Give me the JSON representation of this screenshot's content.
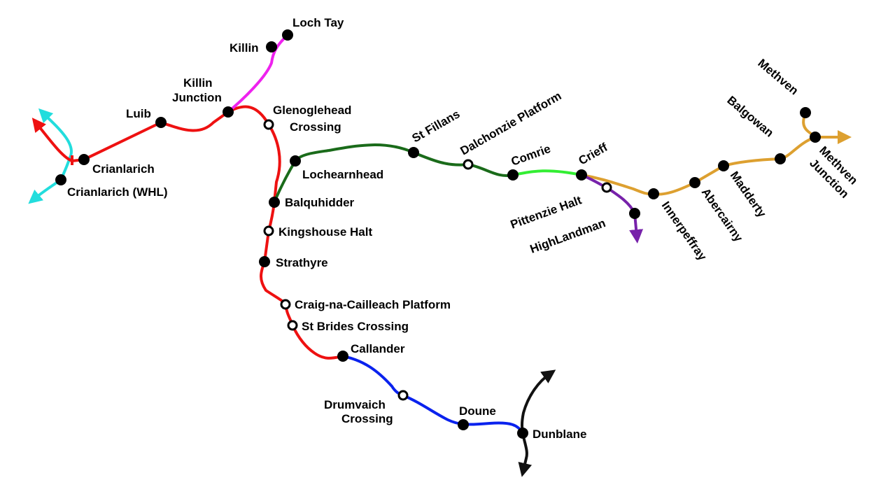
{
  "colors": {
    "callander_oban_line": "#ee1111",
    "killin_branch": "#ee22ee",
    "west_highland_line": "#22dddd",
    "lochearnhead_comrie_line": "#1a6b1a",
    "comrie_crieff_line": "#33ee33",
    "crieff_methven_line": "#dda030",
    "crieff_south_branch": "#7722aa",
    "dunblane_callander_line": "#0a22ee",
    "main_line": "#111111"
  },
  "stations": {
    "loch_tay": "Loch Tay",
    "killin": "Killin",
    "killin_junction_1": "Killin",
    "killin_junction_2": "Junction",
    "luib": "Luib",
    "crianlarich": "Crianlarich",
    "crianlarich_whl": "Crianlarich (WHL)",
    "glenoglehead_1": "Glenoglehead",
    "glenoglehead_2": "Crossing",
    "lochearnhead": "Lochearnhead",
    "balquhidder": "Balquhidder",
    "kingshouse": "Kingshouse Halt",
    "strathyre": "Strathyre",
    "craig_na_cailleach": "Craig-na-Cailleach Platform",
    "st_brides": "St Brides Crossing",
    "callander": "Callander",
    "drumvaich_1": "Drumvaich",
    "drumvaich_2": "Crossing",
    "doune": "Doune",
    "dunblane": "Dunblane",
    "st_fillans": "St Fillans",
    "dalchonzie": "Dalchonzie Platform",
    "comrie": "Comrie",
    "crieff": "Crieff",
    "pittenzie": "Pittenzie Halt",
    "highlandman": "HighLandman",
    "innerpeffray": "Innerpeffray",
    "abercairny": "Abercairny",
    "madderty": "Madderty",
    "balgowan": "Balgowan",
    "methven": "Methven",
    "methven_junction_1": "Methven",
    "methven_junction_2": "Junction"
  }
}
